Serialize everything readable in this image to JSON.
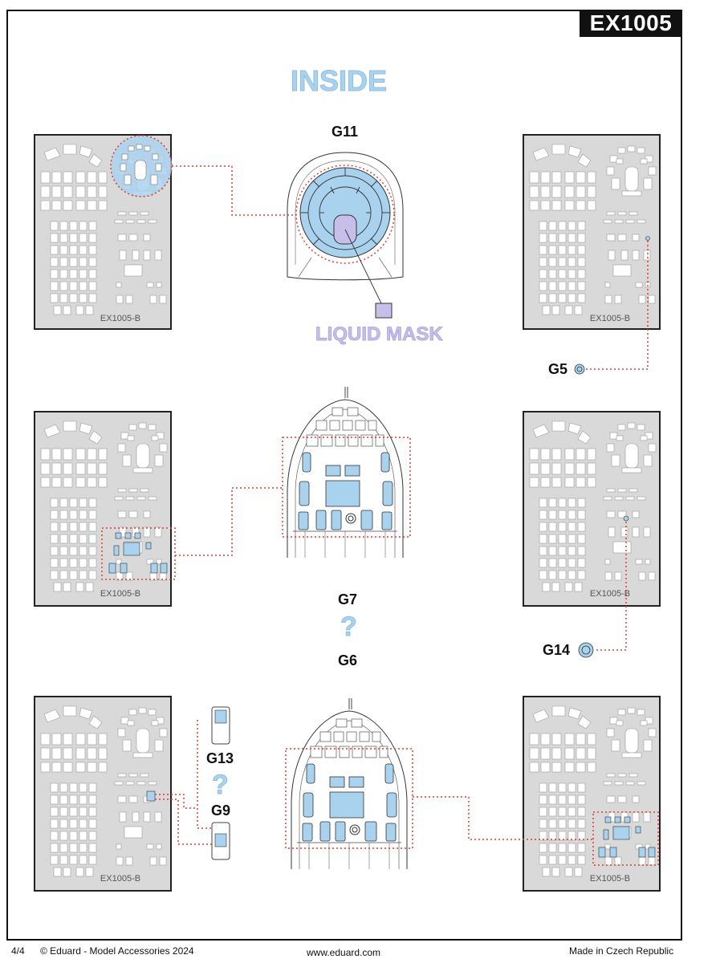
{
  "header": {
    "product_code": "EX1005",
    "title": "INSIDE"
  },
  "labels": {
    "g11": "G11",
    "liquid_mask": "LIQUID MASK",
    "g5": "G5",
    "g7": "G7",
    "question_mid": "?",
    "g6": "G6",
    "g14": "G14",
    "g13": "G13",
    "question_left": "?",
    "g9": "G9"
  },
  "sheets": [
    {
      "code": "EX1005-B"
    },
    {
      "code": "EX1005-B"
    },
    {
      "code": "EX1005-B"
    },
    {
      "code": "EX1005-B"
    },
    {
      "code": "EX1005-B"
    },
    {
      "code": "EX1005-B"
    }
  ],
  "footer": {
    "page": "4/4",
    "copyright": "© Eduard - Model Accessories 2024",
    "website": "www.eduard.com",
    "made_in": "Made in Czech Republic"
  },
  "colors": {
    "mask_blue": "#a9d2ee",
    "liquid_mask": "#c7bfe9",
    "leader_line": "#e33b2e",
    "sheet_gray": "#d9d9d9"
  }
}
